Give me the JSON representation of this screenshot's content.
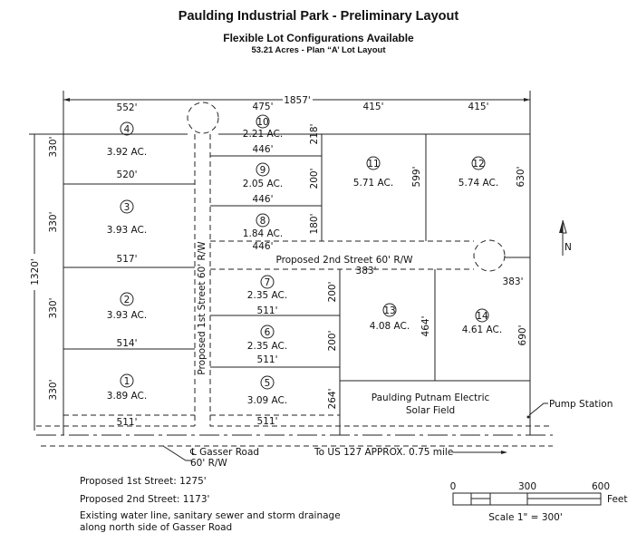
{
  "header": {
    "title": "Paulding Industrial Park - Preliminary Layout",
    "subtitle": "Flexible Lot Configurations Available",
    "acres_line": "53.21 Acres - Plan “A’ Lot Layout"
  },
  "dimensions": {
    "overall_width": "1857'",
    "overall_height": "1320'"
  },
  "lots": [
    {
      "num": "1",
      "acres": "3.89 AC.",
      "depth": "330'",
      "width": "514'"
    },
    {
      "num": "2",
      "acres": "3.93 AC.",
      "depth": "330'",
      "width": "517'"
    },
    {
      "num": "3",
      "acres": "3.93 AC.",
      "depth": "330'",
      "width": "520'"
    },
    {
      "num": "4",
      "acres": "3.92 AC.",
      "depth": "330'",
      "width": "552'"
    },
    {
      "num": "5",
      "acres": "3.09 AC.",
      "depth": "264'",
      "width": "511'"
    },
    {
      "num": "6",
      "acres": "2.35 AC.",
      "depth": "200'",
      "width": "511'"
    },
    {
      "num": "7",
      "acres": "2.35 AC.",
      "depth": "200'",
      "width": "511'"
    },
    {
      "num": "8",
      "acres": "1.84 AC.",
      "depth": "180'",
      "width": "446'"
    },
    {
      "num": "9",
      "acres": "2.05 AC.",
      "depth": "200'",
      "width": "446'"
    },
    {
      "num": "10",
      "acres": "2.21 AC.",
      "depth": "218'",
      "width": "475'",
      "width2": "446'"
    },
    {
      "num": "11",
      "acres": "5.71 AC.",
      "depth": "599'",
      "width": "415'"
    },
    {
      "num": "12",
      "acres": "5.74 AC.",
      "depth": "630'",
      "width": "415'"
    },
    {
      "num": "13",
      "acres": "4.08 AC.",
      "depth": "464'",
      "width": "383'"
    },
    {
      "num": "14",
      "acres": "4.61 AC.",
      "depth": "690'",
      "width": "383'"
    }
  ],
  "bottom_widths": {
    "lot1": "511'",
    "lot5": "511'"
  },
  "streets": {
    "first": "Proposed 1st Street 60' R/W",
    "second": "Proposed 2nd Street 60' R/W",
    "gasser": "℄ Gasser Road",
    "gasser_rw": "60' R/W",
    "to_us127": "To US 127 APPROX. 0.75 mile"
  },
  "solar": {
    "line1": "Paulding Putnam Electric",
    "line2": "Solar Field"
  },
  "pump_station": "Pump Station",
  "north": "N",
  "notes": [
    "Proposed 1st Street: 1275'",
    "Proposed 2nd Street: 1173'",
    "Existing water line, sanitary sewer and storm drainage",
    "along north side of Gasser Road"
  ],
  "scale": {
    "ticks": [
      "0",
      "300",
      "600"
    ],
    "unit": "Feet",
    "label": "Scale 1\" = 300'"
  }
}
